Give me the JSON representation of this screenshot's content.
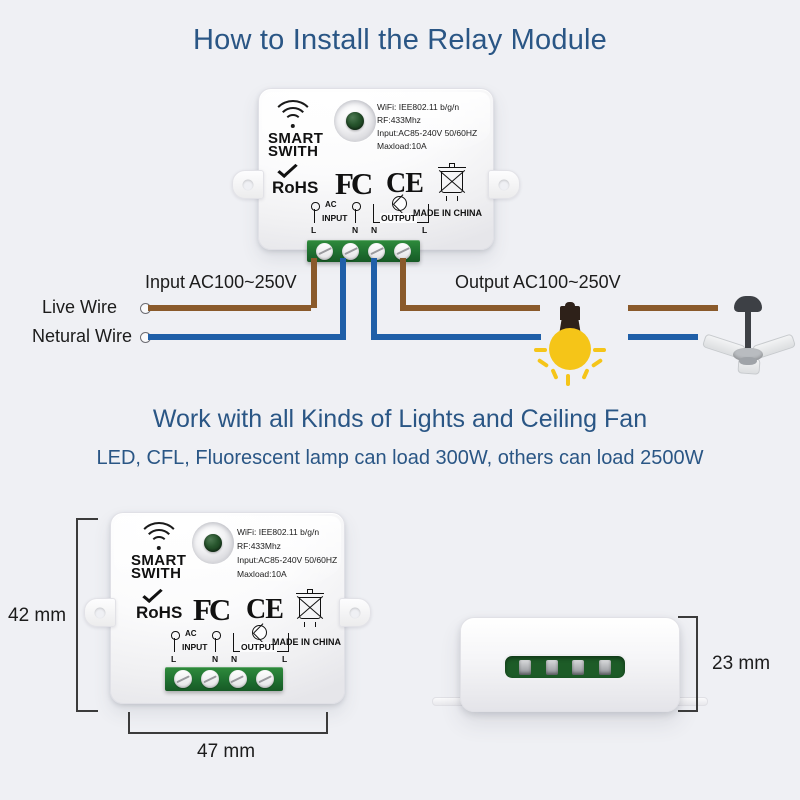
{
  "headings": {
    "title": "How to Install the Relay Module",
    "subtitle_1": "Work with all Kinds of Lights and Ceiling Fan",
    "subtitle_2": "LED, CFL, Fluorescent lamp can load 300W, others can load 2500W"
  },
  "colors": {
    "background": "#eff0f4",
    "heading_blue": "#2a5685",
    "live_wire_brown": "#8a5a2b",
    "neutral_wire_blue": "#1f5fa8",
    "terminal_green": "#1f7030",
    "bulb_yellow": "#f5c518",
    "button_green": "#26542c"
  },
  "device": {
    "brand_line_1": "SMART",
    "brand_line_2": "SWITH",
    "specs": [
      "WiFi: IEE802.11 b/g/n",
      "RF:433Mhz",
      "Input:AC85-240V 50/60HZ",
      "Maxload:10A"
    ],
    "certifications": {
      "rohs": "RoHS",
      "fcc": "FC",
      "ce": "CE",
      "weee": "weee-bin-icon"
    },
    "origin": "MADE IN CHINA",
    "terminals": {
      "input_group": "AC",
      "input_label": "INPUT",
      "output_label": "OUTPUT",
      "pins": [
        "L",
        "N",
        "N",
        "L"
      ]
    },
    "icons": {
      "wifi": "wifi-icon",
      "led_button": "led-button-icon",
      "lamp_symbol": "lamp-symbol-icon"
    }
  },
  "wiring": {
    "input_label": "Input AC100~250V",
    "output_label": "Output AC100~250V",
    "live_wire": "Live Wire",
    "neutral_wire": "Netural Wire",
    "load_icons": {
      "bulb": "light-bulb-icon",
      "fan": "ceiling-fan-icon"
    }
  },
  "dimensions": {
    "height": "42 mm",
    "width": "47 mm",
    "depth": "23 mm"
  }
}
